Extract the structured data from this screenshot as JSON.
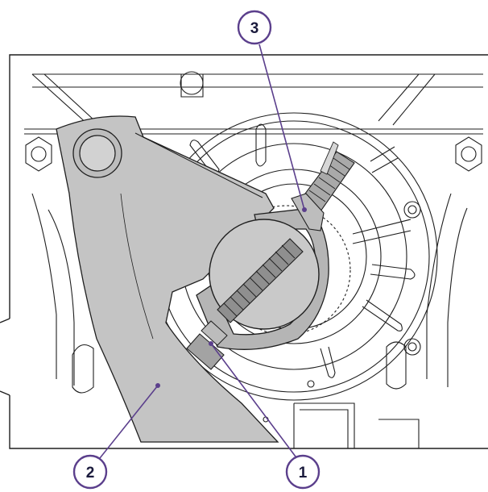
{
  "figure": {
    "callouts": [
      {
        "number": "3",
        "target": "clamp-screw"
      },
      {
        "number": "2",
        "target": "lever-arm"
      },
      {
        "number": "1",
        "target": "lower-screw"
      }
    ],
    "colors": {
      "callout_ring": "#5b3f8c",
      "leader_line": "#5b3f8c",
      "line_art": "#1f1f1f",
      "part_fill": "#c4c4c4",
      "part_fill_dark": "#9c9c9c",
      "background": "#ffffff"
    }
  }
}
